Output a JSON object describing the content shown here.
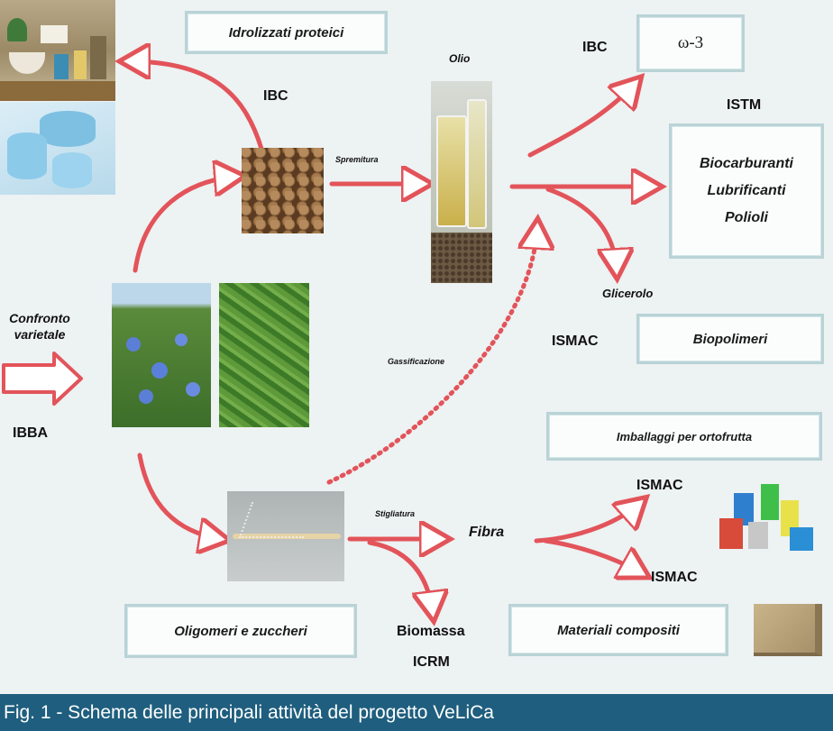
{
  "boxes": {
    "idrolizzati": "Idrolizzati proteici",
    "omega": "ω-3",
    "biocarburanti": "Biocarburanti",
    "lubrificanti": "Lubrificanti",
    "polioli": "Polioli",
    "biopolimeri": "Biopolimeri",
    "imballaggi": "Imballaggi per ortofrutta",
    "oligomeri": "Oligomeri e zuccheri",
    "materiali": "Materiali compositi"
  },
  "labels": {
    "ibc_top": "IBC",
    "ibc_left": "IBC",
    "olio": "Olio",
    "istm": "ISTM",
    "spremitura": "Spremitura",
    "glicerolo": "Glicerolo",
    "ismac_mid": "ISMAC",
    "confronto_1": "Confronto",
    "confronto_2": "varietale",
    "ibba": "IBBA",
    "gassificazione": "Gassificazione",
    "stigliatura": "Stigliatura",
    "fibra": "Fibra",
    "ismac_upper": "ISMAC",
    "ismac_lower": "ISMAC",
    "biomassa": "Biomassa",
    "icrm": "ICRM"
  },
  "caption": "Fig. 1 - Schema delle principali attività del progetto VeLiCa",
  "colors": {
    "arrow": "#e2545a",
    "box_border": "#b9d3d6",
    "caption_bg": "#1f5e7e"
  }
}
